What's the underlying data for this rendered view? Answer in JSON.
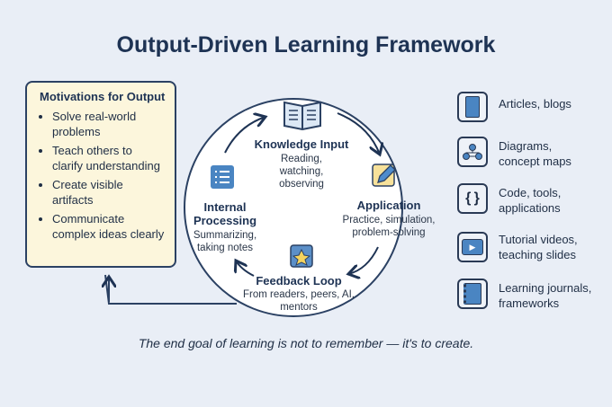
{
  "title": "Output-Driven Learning Framework",
  "motivations": {
    "heading": "Motivations for Output",
    "items": [
      "Solve real-world problems",
      "Teach others to clarify understanding",
      "Create visible artifacts",
      "Communicate complex ideas clearly"
    ]
  },
  "cycle": [
    {
      "title": "Knowledge Input",
      "desc": "Reading, watching, observing",
      "icon": "open-book-icon"
    },
    {
      "title": "Application",
      "desc": "Practice, simulation, problem-solving",
      "icon": "pencil-icon"
    },
    {
      "title": "Feedback Loop",
      "desc": "From readers, peers, AI, mentors",
      "icon": "star-icon"
    },
    {
      "title": "Internal Processing",
      "desc": "Summarizing, taking notes",
      "icon": "list-icon"
    }
  ],
  "outputs": [
    {
      "label": "Articles, blogs",
      "icon": "document-icon"
    },
    {
      "label": "Diagrams, concept maps",
      "icon": "diagram-icon"
    },
    {
      "label": "Code, tools, applications",
      "icon": "code-braces-icon"
    },
    {
      "label": "Tutorial videos, teaching slides",
      "icon": "video-play-icon"
    },
    {
      "label": "Learning journals, frameworks",
      "icon": "notebook-icon"
    }
  ],
  "footer": "The end goal of learning is not to remember — it's to create.",
  "colors": {
    "accent": "#3f7fbf",
    "navy": "#1e3354",
    "cream": "#fcf6dc"
  }
}
